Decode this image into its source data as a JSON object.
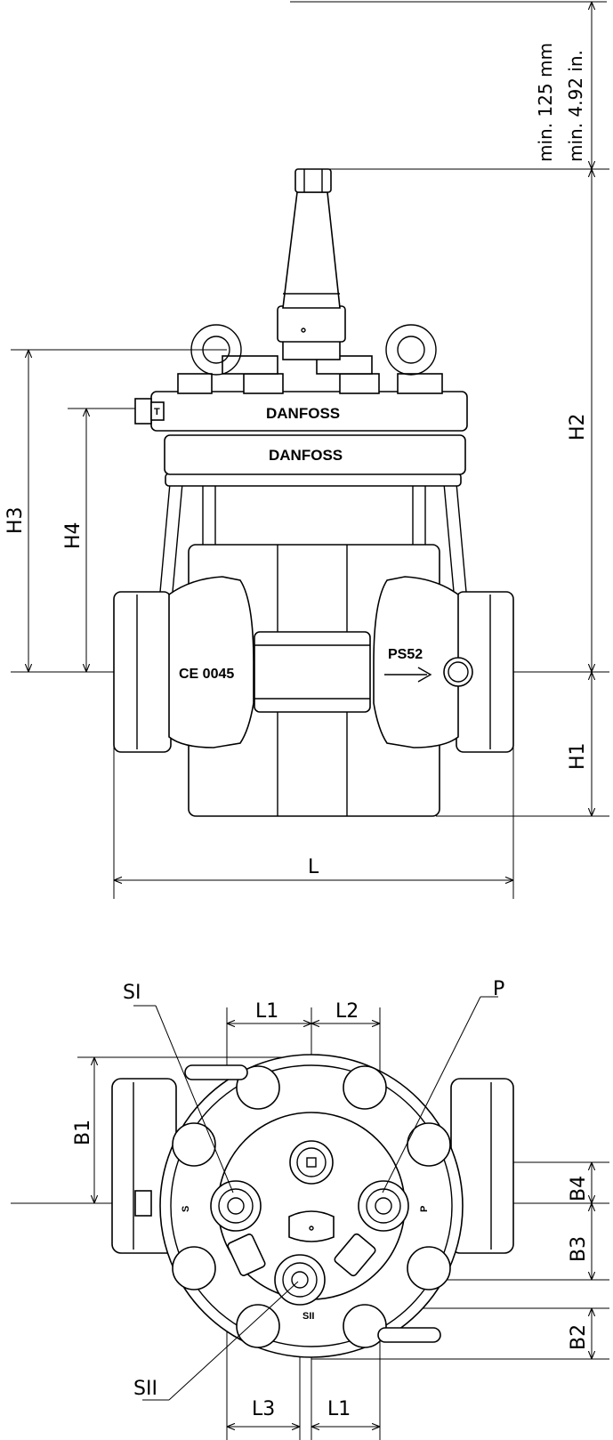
{
  "side_view": {
    "clearance": [
      "min. 125 mm",
      "min. 4.92 in."
    ],
    "dims": {
      "h1": "H1",
      "h2": "H2",
      "h3": "H3",
      "h4": "H4",
      "l": "L"
    },
    "brand_top": "DANFOSS",
    "brand_bottom": "DANFOSS",
    "ce_mark": "CE 0045",
    "pressure_mark": "PS52",
    "t_mark": "T"
  },
  "top_view": {
    "dims": {
      "l1_top": "L1",
      "l2": "L2",
      "l3": "L3",
      "l1_bottom": "L1",
      "b1": "B1",
      "b2": "B2",
      "b3": "B3",
      "b4": "B4"
    },
    "ports": {
      "si": "SI",
      "sii": "SII",
      "p": "P"
    },
    "port_marks": {
      "s": "S",
      "p": "P",
      "sii": "SII"
    }
  }
}
